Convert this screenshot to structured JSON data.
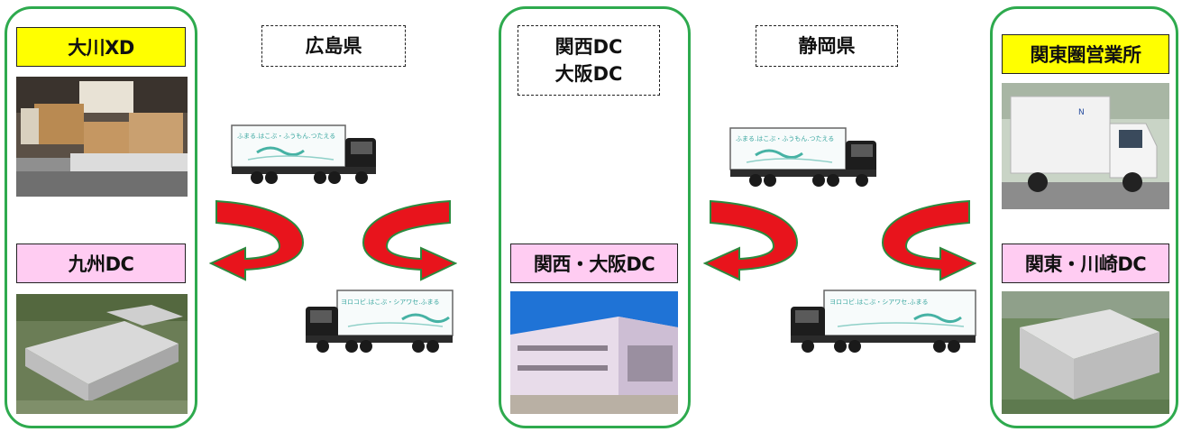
{
  "locations": {
    "okawa_xd": "大川XD",
    "kyushu_dc": "九州DC",
    "hiroshima": "広島県",
    "kansai_dc_line1": "関西DC",
    "kansai_dc_line2": "大阪DC",
    "kansai_osaka_dc": "関西・大阪DC",
    "shizuoka": "静岡県",
    "kanto_office": "関東圏営業所",
    "kanto_kawasaki_dc": "関東・川崎DC"
  },
  "colors": {
    "panel_border": "#2eaa4e",
    "yellow_label": "#ffff00",
    "pink_label": "#ffccf2",
    "arrow": "#e8141c",
    "arrow_outline": "#2b8a3e"
  },
  "icons": [
    "truck-icon",
    "curved-arrow-icon"
  ]
}
